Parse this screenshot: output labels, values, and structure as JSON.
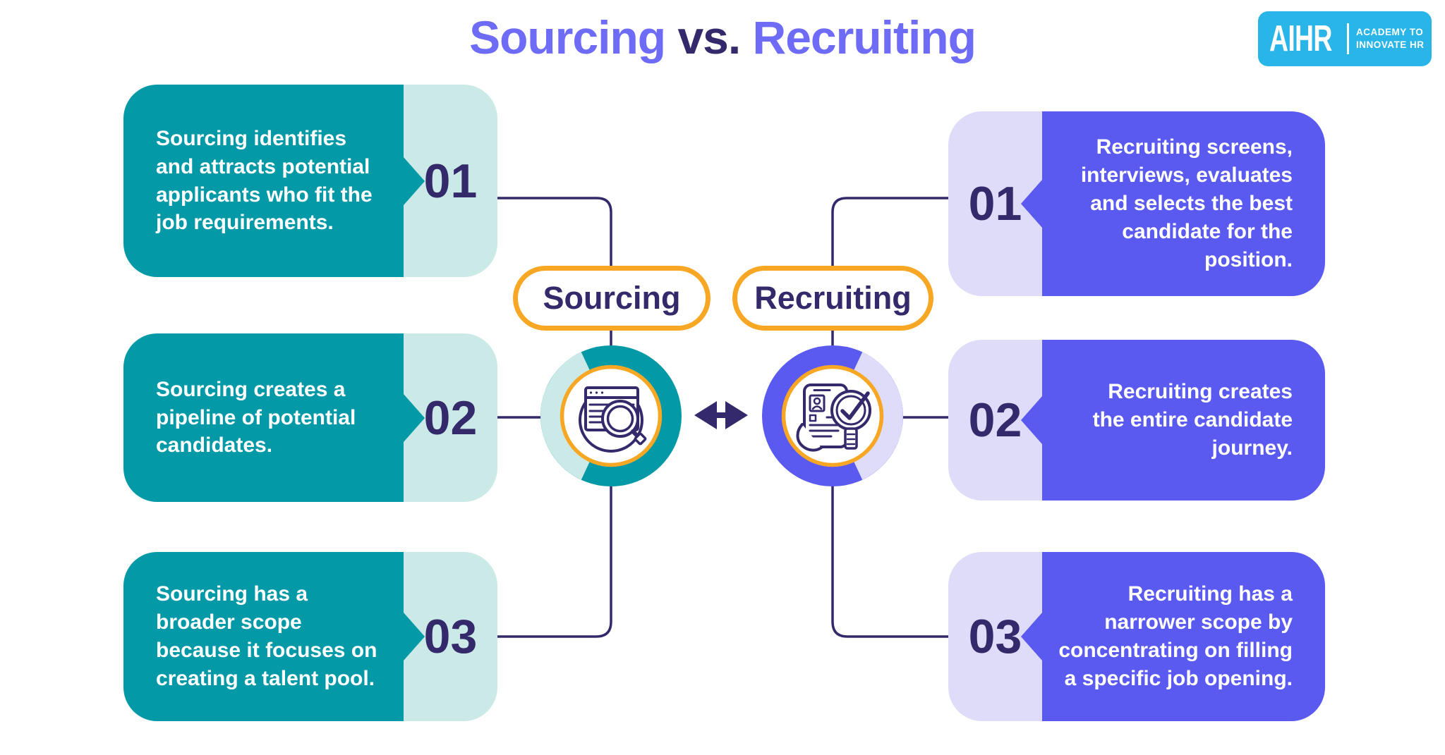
{
  "title": {
    "part1": "Sourcing",
    "part2": "vs.",
    "part3": "Recruiting"
  },
  "logo": {
    "brand": "AIHR",
    "tagline1": "ACADEMY TO",
    "tagline2": "INNOVATE HR"
  },
  "pills": {
    "left": "Sourcing",
    "right": "Recruiting"
  },
  "cards": {
    "left": [
      {
        "number": "01",
        "text": "Sourcing identifies\nand attracts potential\napplicants who fit the\njob requirements."
      },
      {
        "number": "02",
        "text": "Sourcing creates a\npipeline of potential\ncandidates."
      },
      {
        "number": "03",
        "text": "Sourcing has a\nbroader scope\nbecause it focuses on\ncreating a talent pool."
      }
    ],
    "right": [
      {
        "number": "01",
        "text": "Recruiting screens,\ninterviews, evaluates\nand selects the best\ncandidate for the\nposition."
      },
      {
        "number": "02",
        "text": "Recruiting creates\nthe entire candidate\njourney."
      },
      {
        "number": "03",
        "text": "Recruiting has a\nnarrower scope by\nconcentrating on filling\na specific job opening."
      }
    ]
  },
  "icons": {
    "left_badge": "browser-search-icon",
    "right_badge": "candidate-screening-icon",
    "center": "double-arrow-icon"
  },
  "colors": {
    "teal": "#0399A6",
    "teal_light": "#CBEAE7",
    "purple": "#5B5AF0",
    "purple_light": "#DEDCF8",
    "navy": "#33296B",
    "orange": "#F7A723",
    "periwinkle": "#6E6BF6",
    "logo_blue": "#29B5E8"
  }
}
